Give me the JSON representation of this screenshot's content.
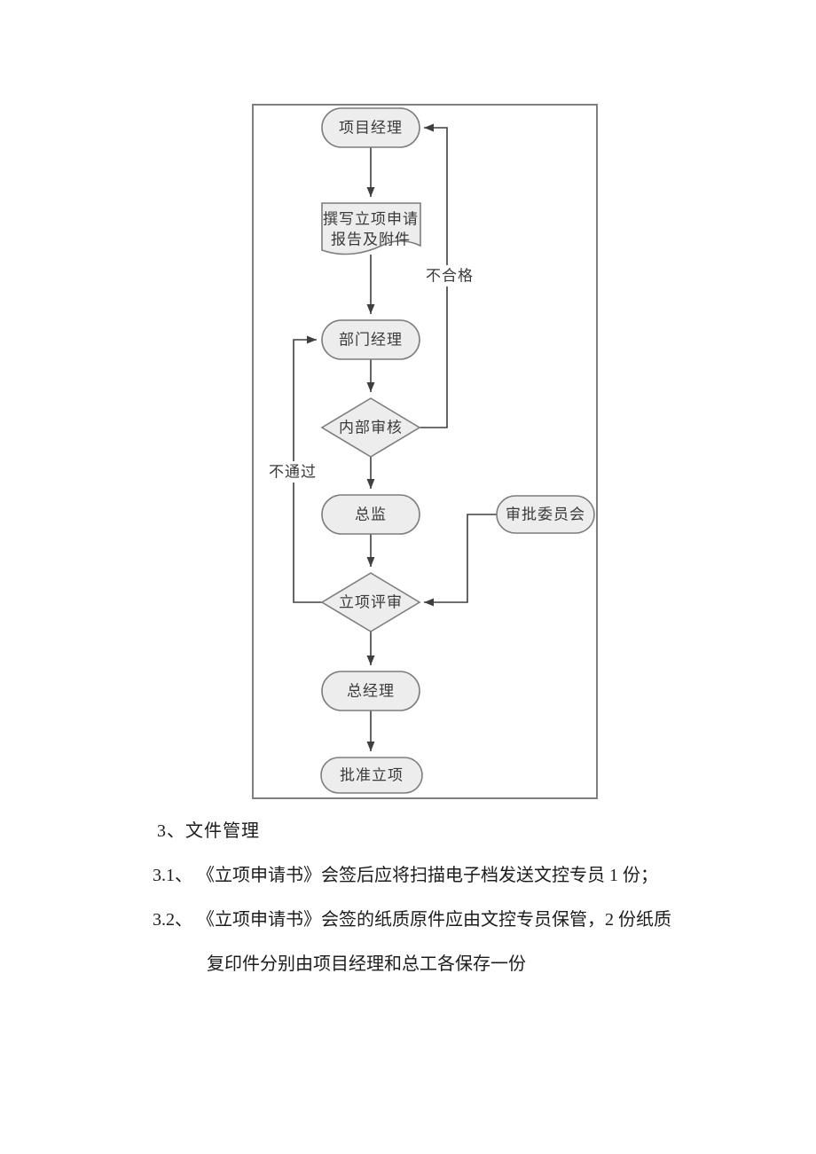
{
  "flowchart": {
    "colors": {
      "node_fill": "#ededed",
      "node_stroke": "#7d7d7d",
      "line": "#3f3f3f",
      "box_border": "#7f7f7f"
    },
    "nodes": {
      "project_manager": "项目经理",
      "write_report_line1": "撰写立项申请",
      "write_report_line2": "报告及附件",
      "department_manager": "部门经理",
      "internal_review": "内部审核",
      "director": "总监",
      "approval_committee": "审批委员会",
      "project_review": "立项评审",
      "general_manager": "总经理",
      "approve_project": "批准立项"
    },
    "edge_labels": {
      "unqualified": "不合格",
      "not_passed": "不通过"
    }
  },
  "body": {
    "section_heading": "3、文件管理",
    "item_3_1": "3.1、 《立项申请书》会签后应将扫描电子档发送文控专员 1 份；",
    "item_3_2": "3.2、 《立项申请书》会签的纸质原件应由文控专员保管，2 份纸质",
    "item_3_2_cont": "复印件分别由项目经理和总工各保存一份"
  }
}
